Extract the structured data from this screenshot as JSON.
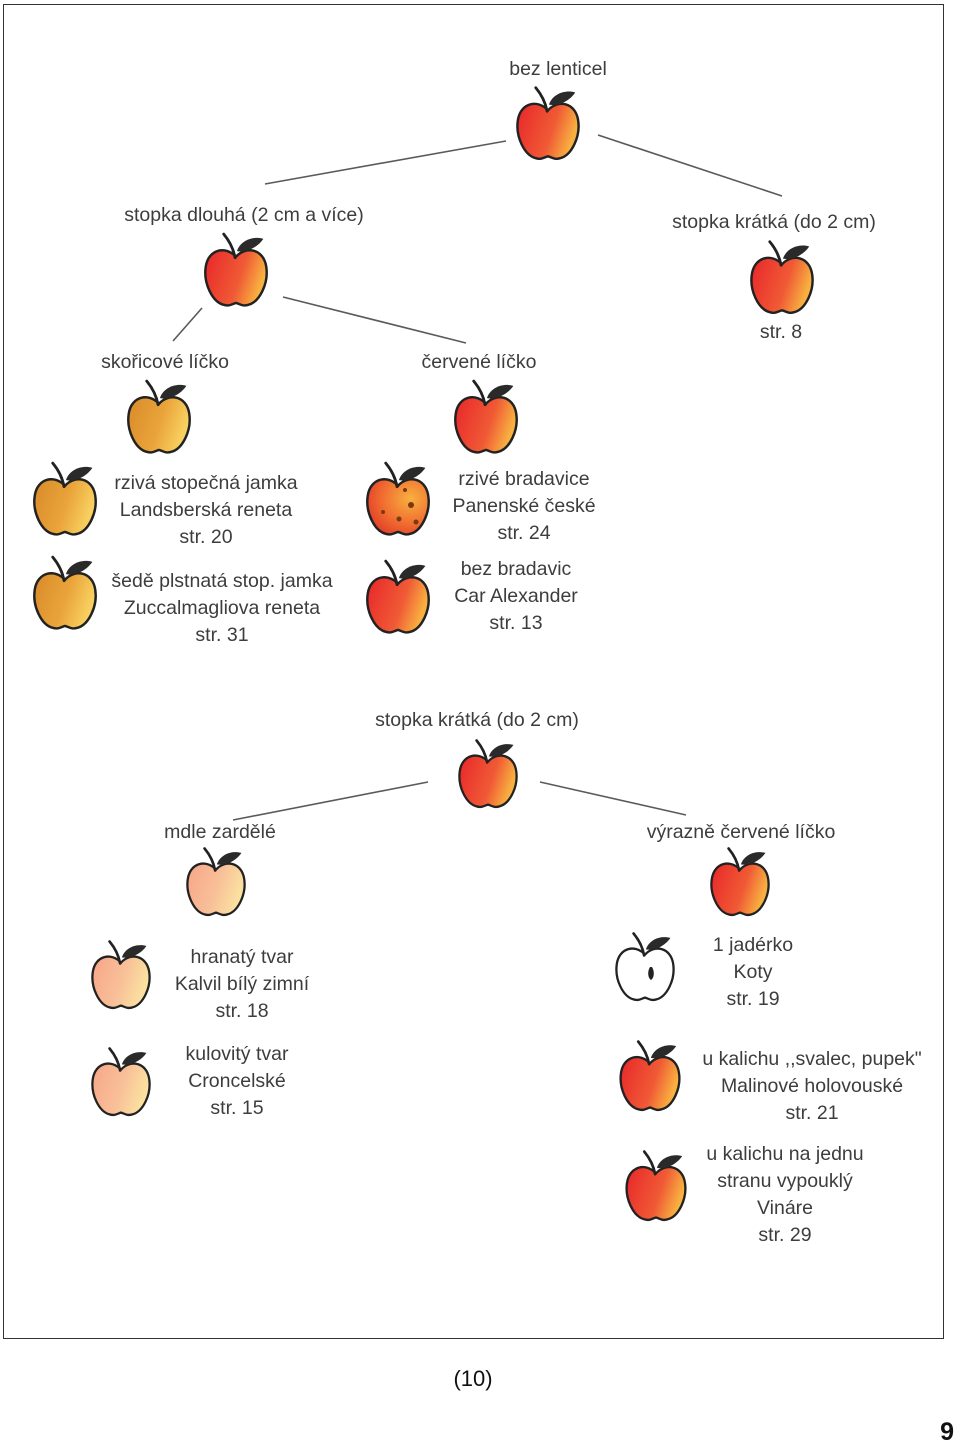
{
  "nodes": {
    "root": {
      "label": "bez lenticel"
    },
    "long_stalk": {
      "label": "stopka dlouhá (2 cm a více)"
    },
    "short_stalk_1": {
      "label": "stopka krátká (do 2 cm)",
      "page": "str. 8"
    },
    "cinnamon": {
      "label": "skořicové líčko"
    },
    "red_cheek": {
      "label": "červené líčko"
    },
    "landsberska": {
      "line1": "rzivá stopečná jamka",
      "line2": "Landsberská reneta",
      "line3": "str. 20"
    },
    "zuccalmaglio": {
      "line1": "šedě plstnatá stop. jamka",
      "line2": "Zuccalmagliova reneta",
      "line3": "str. 31"
    },
    "panenske": {
      "line1": "rzivé bradavice",
      "line2": "Panenské české",
      "line3": "str. 24"
    },
    "car_alexander": {
      "line1": "bez bradavic",
      "line2": "Car Alexander",
      "line3": "str. 13"
    },
    "short_stalk_2": {
      "label": "stopka krátká (do 2 cm)"
    },
    "pale": {
      "label": "mdle zardělé"
    },
    "vivid_red": {
      "label": "výrazně červené líčko"
    },
    "kalvil": {
      "line1": "hranatý tvar",
      "line2": "Kalvil bílý zimní",
      "line3": "str. 18"
    },
    "croncelske": {
      "line1": "kulovitý tvar",
      "line2": "Croncelské",
      "line3": "str. 15"
    },
    "koty": {
      "line1": "1 jadérko",
      "line2": "Koty",
      "line3": "str. 19"
    },
    "malinove": {
      "line1": "u kalichu ,,svalec, pupek\"",
      "line2": "Malinové holovouské",
      "line3": "str. 21"
    },
    "vinare": {
      "line1": "u kalichu na jednu",
      "line2": "stranu vypouklý",
      "line3": "Vináre",
      "line4": "str. 29"
    }
  },
  "caption": "(10)",
  "page_number": "9",
  "colors": {
    "red": "#e8402a",
    "cinnamon": "#e8a83a",
    "pale": "#f7b896",
    "outline": "#222222",
    "leaf": "#2a2a2a",
    "line": "#555555"
  },
  "icons": [
    "red-apple-icon",
    "cinnamon-apple-icon",
    "russet-apple-icon",
    "pale-apple-icon",
    "white-apple-icon"
  ]
}
